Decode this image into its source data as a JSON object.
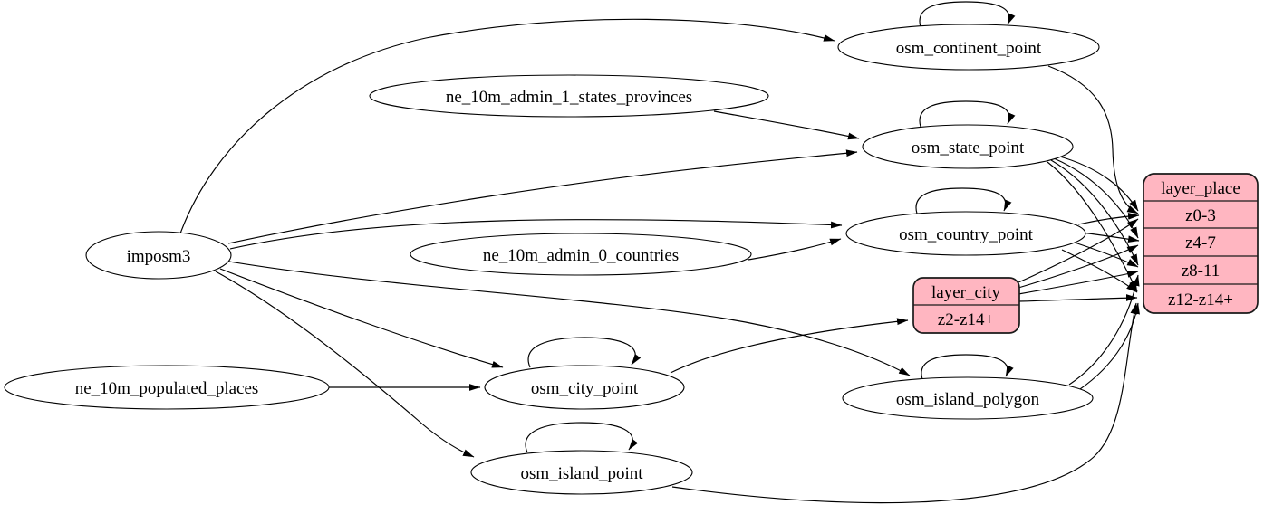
{
  "diagram": {
    "type": "etl-graph",
    "colors": {
      "background": "#ffffff",
      "table_fill": "#ffffff",
      "layer_fill": "#ffb6c1",
      "stroke": "#000000"
    },
    "nodes": {
      "imposm3": {
        "label": "imposm3"
      },
      "ne_10m_admin_1_states_provinces": {
        "label": "ne_10m_admin_1_states_provinces"
      },
      "ne_10m_admin_0_countries": {
        "label": "ne_10m_admin_0_countries"
      },
      "ne_10m_populated_places": {
        "label": "ne_10m_populated_places"
      },
      "osm_continent_point": {
        "label": "osm_continent_point"
      },
      "osm_state_point": {
        "label": "osm_state_point"
      },
      "osm_country_point": {
        "label": "osm_country_point"
      },
      "osm_city_point": {
        "label": "osm_city_point"
      },
      "osm_island_polygon": {
        "label": "osm_island_polygon"
      },
      "osm_island_point": {
        "label": "osm_island_point"
      }
    },
    "records": {
      "layer_city": {
        "title": "layer_city",
        "rows": [
          "z2-z14+"
        ]
      },
      "layer_place": {
        "title": "layer_place",
        "rows": [
          "z0-3",
          "z4-7",
          "z8-11",
          "z12-z14+"
        ]
      }
    },
    "edges": [
      {
        "from": "imposm3",
        "to": "osm_continent_point"
      },
      {
        "from": "imposm3",
        "to": "osm_state_point"
      },
      {
        "from": "imposm3",
        "to": "osm_country_point"
      },
      {
        "from": "imposm3",
        "to": "osm_city_point"
      },
      {
        "from": "imposm3",
        "to": "osm_island_polygon"
      },
      {
        "from": "imposm3",
        "to": "osm_island_point"
      },
      {
        "from": "ne_10m_admin_1_states_provinces",
        "to": "osm_state_point"
      },
      {
        "from": "ne_10m_admin_0_countries",
        "to": "osm_country_point"
      },
      {
        "from": "ne_10m_populated_places",
        "to": "osm_city_point"
      },
      {
        "from": "osm_continent_point",
        "to": "osm_continent_point"
      },
      {
        "from": "osm_state_point",
        "to": "osm_state_point"
      },
      {
        "from": "osm_country_point",
        "to": "osm_country_point"
      },
      {
        "from": "osm_city_point",
        "to": "osm_city_point"
      },
      {
        "from": "osm_island_polygon",
        "to": "osm_island_polygon"
      },
      {
        "from": "osm_island_point",
        "to": "osm_island_point"
      },
      {
        "from": "osm_continent_point",
        "to": "layer_place:z0-3"
      },
      {
        "from": "osm_state_point",
        "to": "layer_place:z0-3"
      },
      {
        "from": "osm_state_point",
        "to": "layer_place:z4-7"
      },
      {
        "from": "osm_state_point",
        "to": "layer_place:z8-11"
      },
      {
        "from": "osm_state_point",
        "to": "layer_place:z12-z14+"
      },
      {
        "from": "osm_country_point",
        "to": "layer_place:z0-3"
      },
      {
        "from": "osm_country_point",
        "to": "layer_place:z4-7"
      },
      {
        "from": "osm_country_point",
        "to": "layer_place:z8-11"
      },
      {
        "from": "osm_country_point",
        "to": "layer_place:z12-z14+"
      },
      {
        "from": "osm_city_point",
        "to": "layer_city:z2-z14+"
      },
      {
        "from": "layer_city:z2-z14+",
        "to": "layer_place:z0-3"
      },
      {
        "from": "layer_city:z2-z14+",
        "to": "layer_place:z4-7"
      },
      {
        "from": "layer_city:z2-z14+",
        "to": "layer_place:z8-11"
      },
      {
        "from": "layer_city:z2-z14+",
        "to": "layer_place:z12-z14+"
      },
      {
        "from": "osm_island_polygon",
        "to": "layer_place:z8-11"
      },
      {
        "from": "osm_island_polygon",
        "to": "layer_place:z12-z14+"
      },
      {
        "from": "osm_island_point",
        "to": "layer_place:z12-z14+"
      }
    ]
  }
}
